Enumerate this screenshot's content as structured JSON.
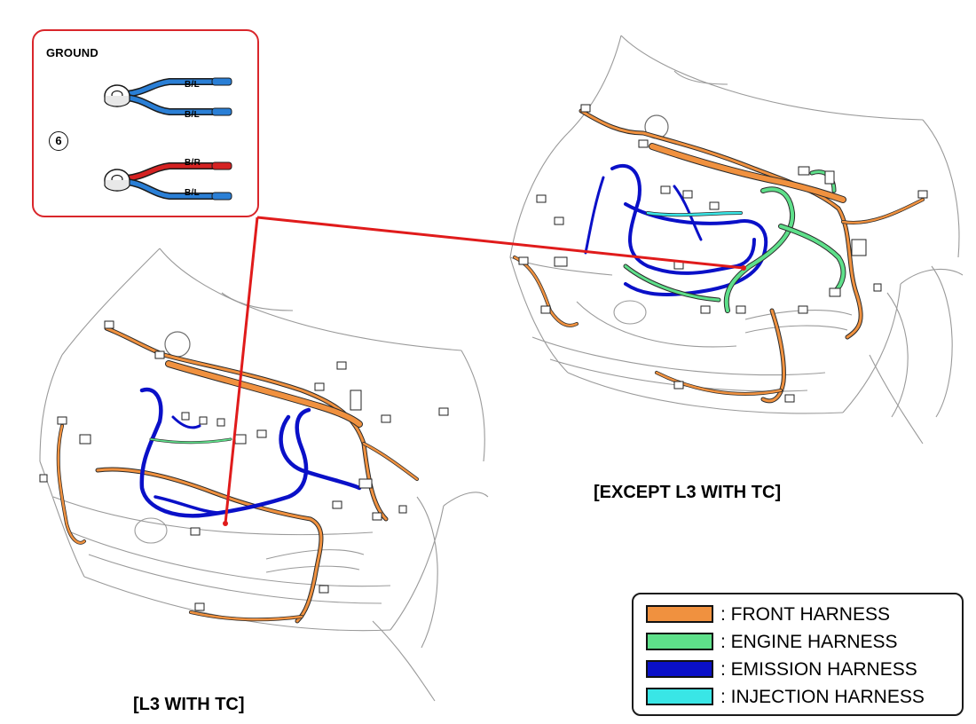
{
  "callout": {
    "title": "GROUND",
    "number": "6",
    "terminal_a": {
      "wires": [
        "B/L",
        "B/L"
      ]
    },
    "terminal_b": {
      "wires": [
        "B/R",
        "B/L"
      ]
    }
  },
  "captions": {
    "left_view": "[L3 WITH TC]",
    "right_view": "[EXCEPT L3 WITH TC]"
  },
  "legend": {
    "items": [
      {
        "label": ": FRONT HARNESS",
        "color": "#f0913f"
      },
      {
        "label": ": ENGINE HARNESS",
        "color": "#5ee08a"
      },
      {
        "label": ": EMISSION HARNESS",
        "color": "#0a10c8"
      },
      {
        "label": ": INJECTION HARNESS",
        "color": "#39e6e6"
      }
    ]
  },
  "colors": {
    "callout_red": "#e01b1b",
    "wire_blue": "#2a7fd6",
    "wire_red": "#d52222"
  }
}
